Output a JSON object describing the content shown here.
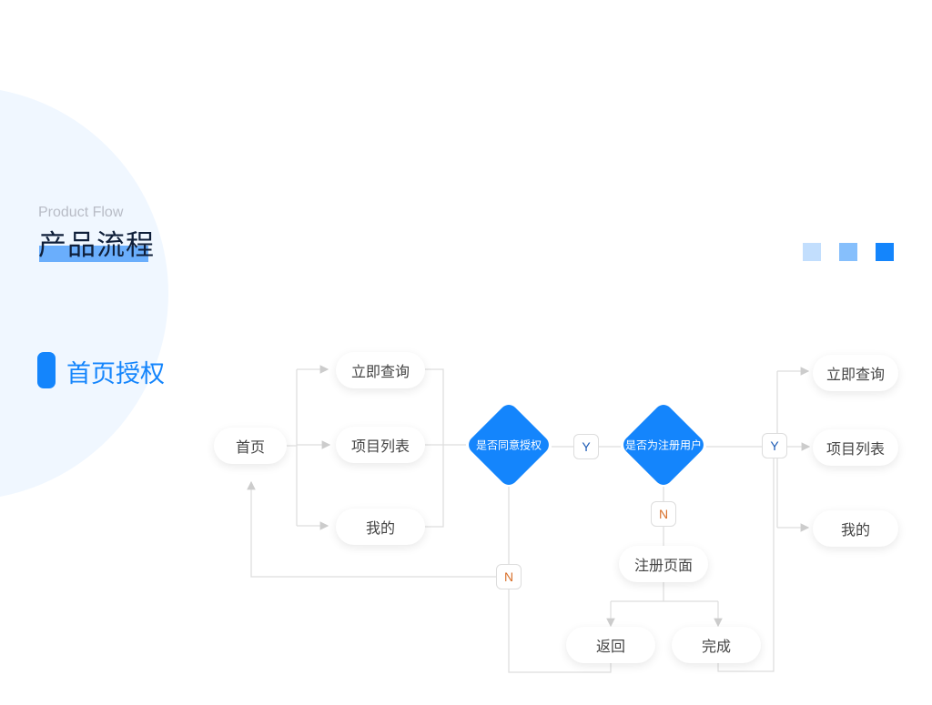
{
  "header": {
    "subtitle": "Product Flow",
    "title": "产品流程"
  },
  "section": {
    "title": "首页授权"
  },
  "colors": {
    "accent": "#1485fc",
    "legend": [
      "#c2defd",
      "#86bffc",
      "#1485fc"
    ]
  },
  "nodes": {
    "home": "首页",
    "query_l": "立即查询",
    "list_l": "项目列表",
    "mine_l": "我的",
    "query_r": "立即查询",
    "list_r": "项目列表",
    "mine_r": "我的",
    "register": "注册页面",
    "back": "返回",
    "done": "完成"
  },
  "decisions": {
    "authorize": "是否同意授权",
    "registered": "是否为注册用户"
  },
  "badges": {
    "yes1": "Y",
    "yes2": "Y",
    "no1": "N",
    "no2": "N"
  }
}
